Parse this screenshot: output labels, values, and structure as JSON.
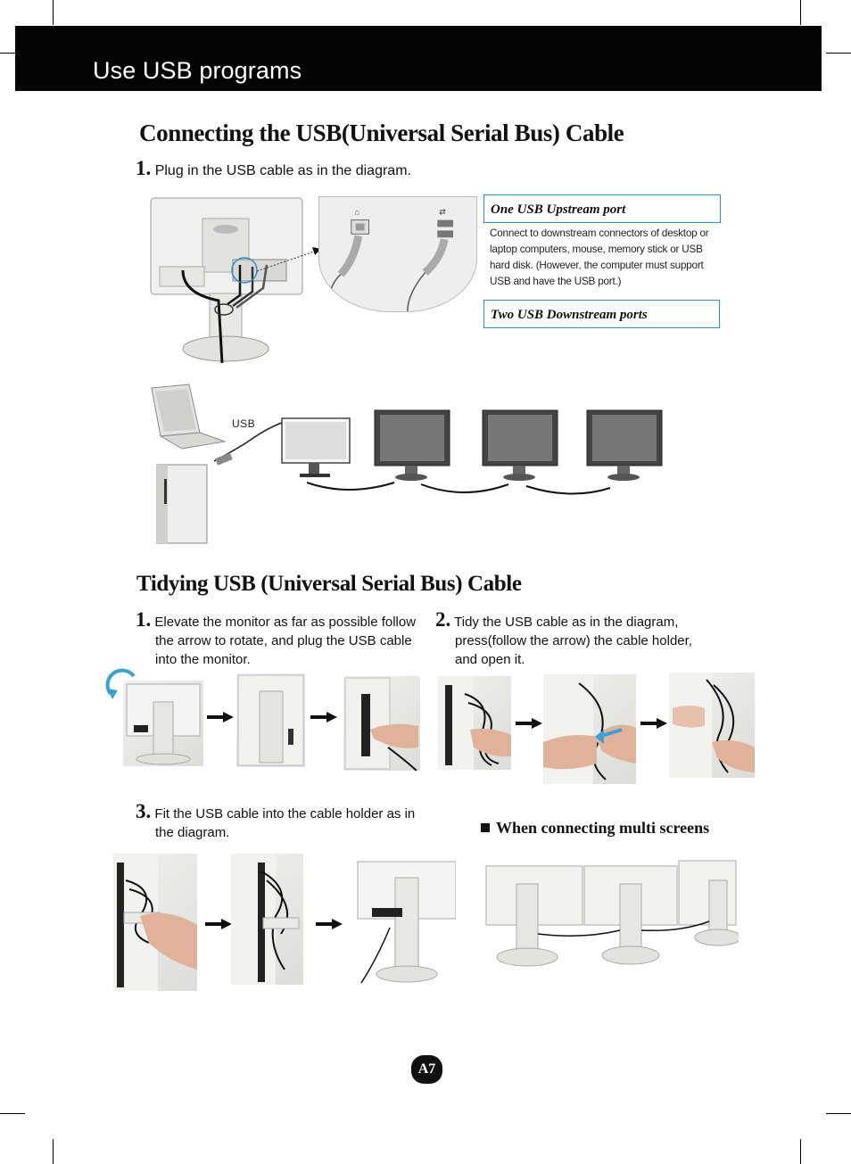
{
  "header": {
    "title": "Use USB programs"
  },
  "section1": {
    "title": "Connecting the USB(Universal Serial Bus) Cable",
    "step1": {
      "number": "1.",
      "text": "Plug in the USB cable as in the diagram."
    },
    "upstream": {
      "title": "One USB Upstream port",
      "lines": [
        "Connect to downstream connectors of desktop or",
        "laptop computers, mouse, memory stick or USB",
        "hard disk.  (However, the computer must support",
        "USB and have the USB port.)"
      ]
    },
    "downstream": {
      "title": "Two USB Downstream ports"
    },
    "diagram": {
      "usb_label": "USB"
    }
  },
  "section2": {
    "title": "Tidying USB (Universal Serial Bus) Cable",
    "step1": {
      "number": "1.",
      "lines": [
        "Elevate the monitor as far as possible follow",
        "the arrow to rotate, and plug the USB cable",
        "into the monitor."
      ]
    },
    "step2": {
      "number": "2.",
      "lines": [
        "Tidy the USB cable as in the diagram,",
        "press(follow the arrow) the cable holder,",
        "and open it."
      ]
    },
    "step3": {
      "number": "3.",
      "lines": [
        "Fit the USB cable into the cable holder as in",
        "the diagram."
      ]
    },
    "multi": {
      "label": "When connecting multi screens"
    }
  },
  "footer": {
    "page": "A7"
  },
  "colors": {
    "header_bg": "#050505",
    "box_border": "#2f8dc4",
    "rotate_arrow": "#3aa0d8"
  }
}
